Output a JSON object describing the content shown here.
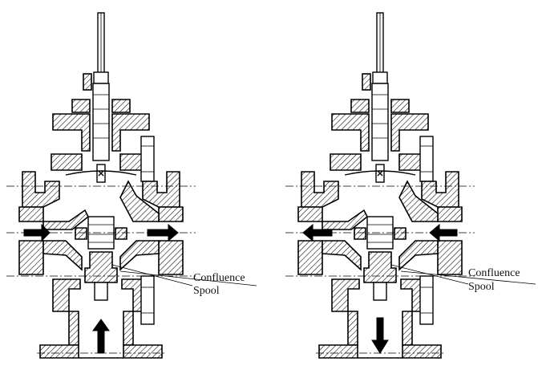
{
  "figures": [
    {
      "flow": "merging",
      "labels": {
        "line1": "Confluence",
        "line2": "Spool"
      }
    },
    {
      "flow": "diverging",
      "labels": {
        "line1": "Confluence",
        "line2": "Spool"
      }
    }
  ],
  "colors": {
    "line": "#000000",
    "background": "#ffffff"
  },
  "icons": [
    "arrow-right-icon",
    "arrow-left-icon",
    "arrow-up-icon",
    "arrow-down-icon"
  ]
}
